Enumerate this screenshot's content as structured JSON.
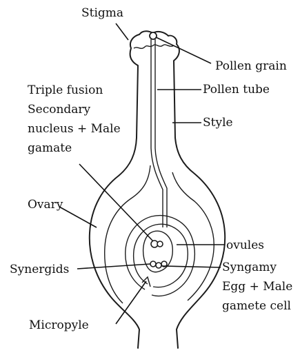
{
  "labels": {
    "stigma": "Stigma",
    "pollen_grain": "Pollen grain",
    "pollen_tube": "Pollen tube",
    "style": "Style",
    "triple_fusion": [
      "Triple fusion",
      "Secondary",
      "nucleus + Male",
      "gamate"
    ],
    "ovary": "Ovary",
    "ovules": "ovules",
    "synergids": "Synergids",
    "syngamy": [
      "Syngamy",
      "Egg + Male",
      "gamete cell"
    ],
    "micropyle": "Micropyle"
  }
}
